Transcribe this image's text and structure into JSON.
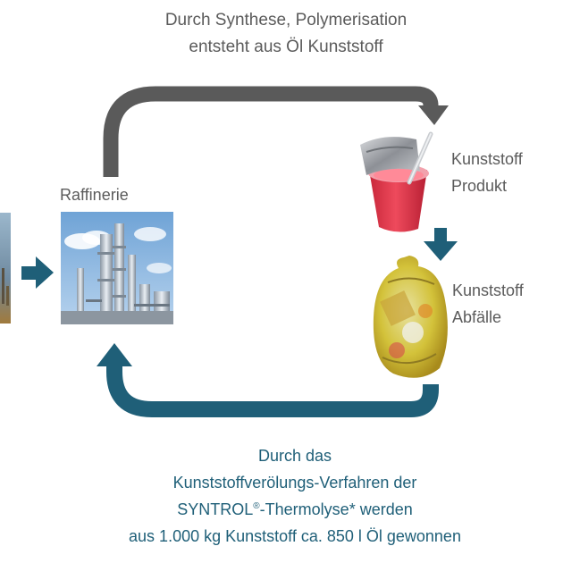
{
  "top_caption": {
    "line1": "Durch Synthese, Polymerisation",
    "line2": "entsteht aus Öl  Kunststoff"
  },
  "nodes": {
    "refinery_label": "Raffinerie",
    "product_label_1": "Kunststoff",
    "product_label_2": "Produkt",
    "waste_label_1": "Kunststoff",
    "waste_label_2": "Abfälle"
  },
  "bottom_caption": {
    "line1": "Durch das",
    "line2": "Kunststoffverölungs-Verfahren der",
    "line3a": "SYNTROL",
    "line3_reg": "®",
    "line3b": "-Thermolyse* werden",
    "line4": "aus 1.000 kg Kunststoff ca. 850 l Öl gewonnen"
  },
  "colors": {
    "top_arrow": "#5a5a5a",
    "bottom_arrow": "#1f5f78",
    "caption_gray": "#5b5b5b",
    "caption_teal": "#1f5f78"
  },
  "icons": {
    "refinery_image": "refinery-photo",
    "yogurt_cup_image": "yogurt-cup-photo",
    "waste_bag_image": "plastic-waste-bag-photo",
    "left_edge_image": "oil-field-photo"
  }
}
